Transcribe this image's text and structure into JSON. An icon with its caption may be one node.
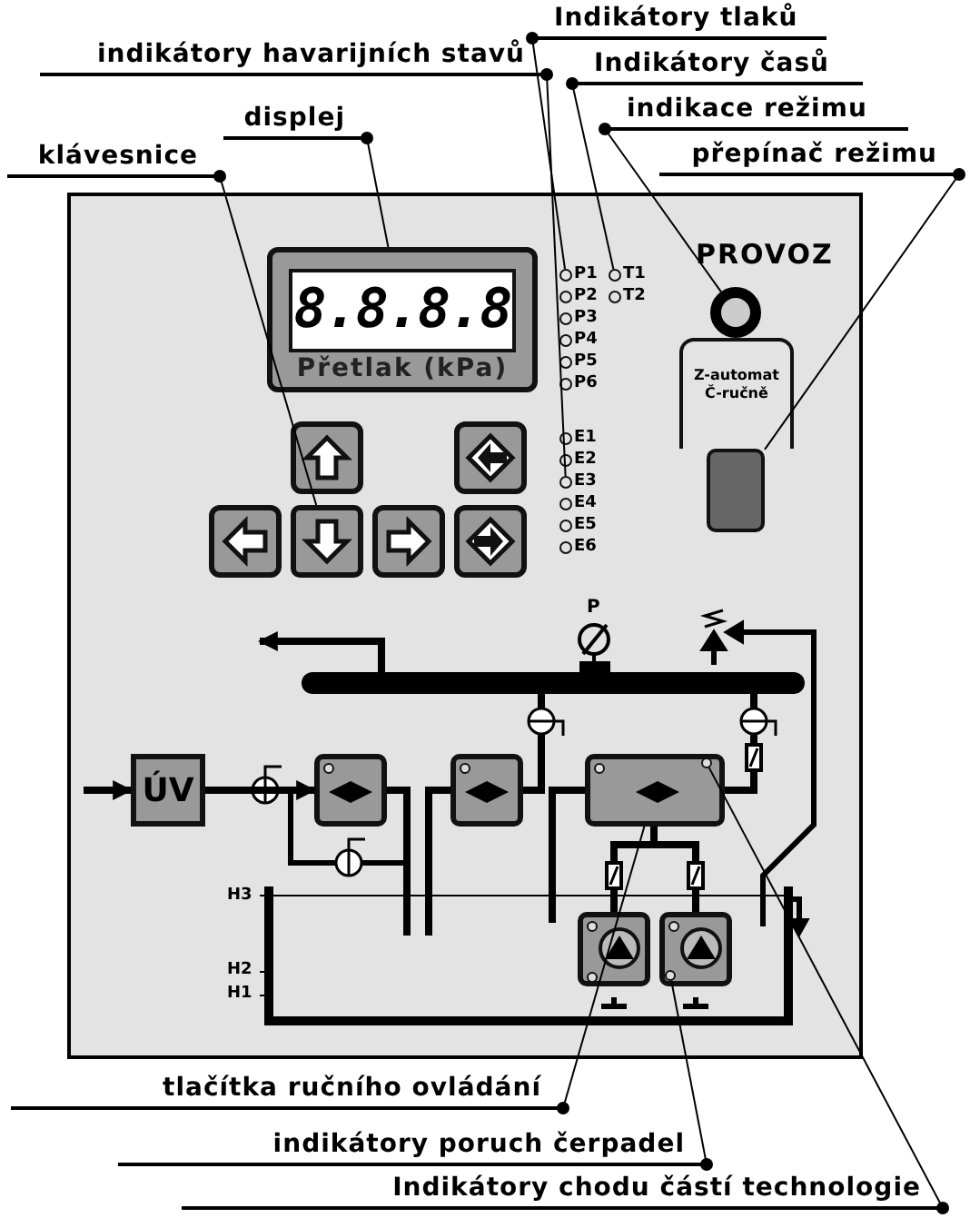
{
  "diagram": {
    "nodes": [
      {
        "text": [
          "indikátory havarijních stavů"
        ]
      },
      {
        "text": [
          "Indikátory tlaků"
        ]
      },
      {
        "text": [
          "Indikátory časů"
        ]
      },
      {
        "text": [
          "indikace režimu"
        ]
      },
      {
        "text": [
          "přepínač režimu"
        ]
      },
      {
        "text": [
          "displej"
        ]
      },
      {
        "text": [
          "klávesnice"
        ]
      },
      {
        "text": [
          "tlačítka ručního ovládání"
        ]
      },
      {
        "text": [
          "indikátory poruch čerpadel"
        ]
      },
      {
        "text": [
          "Indikátory chodu částí technologie"
        ]
      },
      {
        "text": [
          "8.8.8.8",
          "Přetlak (kPa)"
        ]
      },
      {
        "text": [],
        "shape": "box"
      },
      {
        "text": [],
        "shape": "circle"
      },
      {
        "text": [],
        "shape": "circle"
      },
      {
        "text": [],
        "shape": "circle"
      },
      {
        "text": [],
        "shape": "circle"
      },
      {
        "text": [
          "Z-automat Č-ručně"
        ]
      },
      {
        "text": [],
        "shape": "box"
      },
      {
        "text": [],
        "shape": "box"
      },
      {
        "text": [],
        "shape": "circle",
        "in": 25
      },
      {
        "text": [],
        "shape": "circle",
        "in": 18
      },
      {
        "text": [
          "ÚV"
        ]
      },
      {
        "text": [],
        "shape": "box"
      },
      {
        "text": [],
        "shape": "box"
      },
      {
        "text": [],
        "shape": "box"
      },
      {
        "text": [],
        "shape": "box"
      },
      {
        "text": [],
        "shape": "bar"
      }
    ],
    "edges": [
      {
        "from": 0,
        "to": 12,
        "arrow": "other"
      },
      {
        "from": 1,
        "to": 13,
        "arrow": "other"
      },
      {
        "from": 2,
        "to": 14,
        "arrow": "other"
      },
      {
        "from": 3,
        "to": 15,
        "arrow": "other"
      },
      {
        "from": 4,
        "to": 17,
        "arrow": "other"
      },
      {
        "from": 5,
        "to": 10,
        "arrow": "other"
      },
      {
        "from": 6,
        "to": 11,
        "arrow": "other"
      },
      {
        "from": 7,
        "to": 18,
        "arrow": "other"
      },
      {
        "from": 8,
        "to": 19,
        "arrow": "other"
      },
      {
        "from": 9,
        "to": 20,
        "arrow": "other"
      },
      {
        "from": null,
        "to": 21,
        "arrow": "to",
        "style": "thick"
      },
      {
        "from": 21,
        "to": 22,
        "arrow": "to",
        "style": "thick"
      },
      {
        "from": 26,
        "to": null,
        "arrow": "to",
        "style": "thick"
      },
      {
        "from": 26,
        "to": 23,
        "arrow": "none",
        "style": "thick"
      },
      {
        "from": 26,
        "to": 18,
        "arrow": "none",
        "style": "thick"
      },
      {
        "from": 18,
        "to": 24,
        "arrow": "none",
        "style": "thick"
      },
      {
        "from": 18,
        "to": 25,
        "arrow": "none",
        "style": "thick"
      },
      {
        "from": 22,
        "to": null,
        "arrow": "none",
        "style": "thick"
      },
      {
        "from": null,
        "to": 23,
        "arrow": "none",
        "style": "thick"
      },
      {
        "from": null,
        "to": 18,
        "arrow": "none",
        "style": "thick"
      }
    ],
    "labels": [
      "P1",
      "T1",
      "PROVOZ",
      "P2",
      "T2",
      "P3",
      "P4",
      "P5",
      "P6",
      "E1",
      "E2",
      "E3",
      "E4",
      "E5",
      "E6",
      "P",
      "H3",
      "H2",
      "H1"
    ]
  }
}
